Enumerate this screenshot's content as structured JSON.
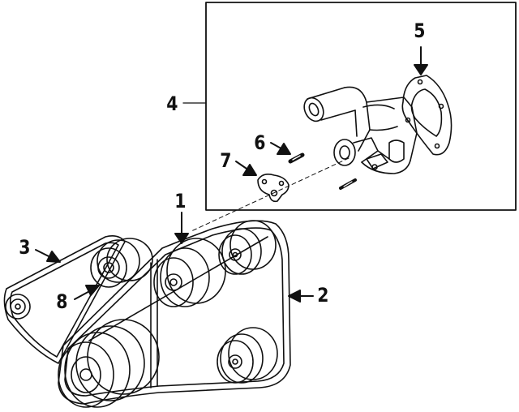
{
  "callouts": {
    "c1": "1",
    "c2": "2",
    "c3": "3",
    "c4": "4",
    "c5": "5",
    "c6": "6",
    "c7": "7",
    "c8": "8"
  },
  "colors": {
    "ink": "#111111",
    "background": "#ffffff"
  }
}
